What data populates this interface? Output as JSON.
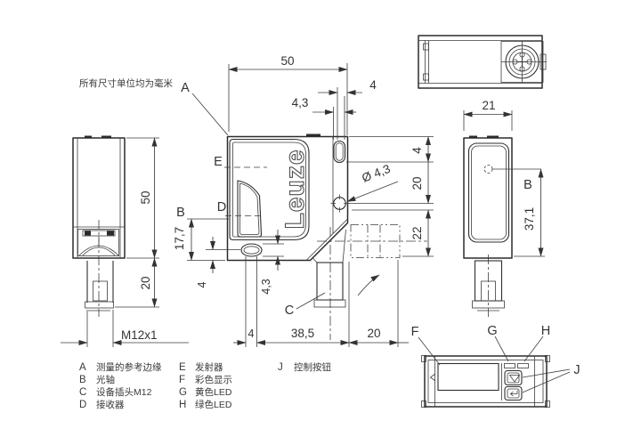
{
  "note": "所有尺寸单位均为毫米",
  "logo": "Leuze",
  "labels": {
    "A": "A",
    "B": "B",
    "C": "C",
    "D": "D",
    "E": "E",
    "F": "F",
    "G": "G",
    "H": "H",
    "J": "J"
  },
  "dims": {
    "front_width": "50",
    "top_offset": "4",
    "top_slot_width": "4,3",
    "hole_diameter": "Ø 4,3",
    "right_top": "4",
    "right_mid": "20",
    "right_bottom": "22",
    "axis_height": "17,7",
    "slot_offset": "4",
    "slot_height": "4,3",
    "base_left": "4",
    "base_mid": "38,5",
    "base_right": "20",
    "left_height": "50",
    "left_connector": "20",
    "thread": "M12x1",
    "top_view_width": "21",
    "side_axis_height": "37,1"
  },
  "legend": {
    "col1": [
      {
        "key": "A",
        "text": "测量的参考边缘"
      },
      {
        "key": "B",
        "text": "光轴"
      },
      {
        "key": "C",
        "text": "设备插头M12"
      },
      {
        "key": "D",
        "text": "接收器"
      }
    ],
    "col2": [
      {
        "key": "E",
        "text": "发射器"
      },
      {
        "key": "F",
        "text": "彩色显示"
      },
      {
        "key": "G",
        "text": "黄色LED"
      },
      {
        "key": "H",
        "text": "绿色LED"
      }
    ],
    "col3": [
      {
        "key": "J",
        "text": "控制按钮"
      }
    ]
  }
}
